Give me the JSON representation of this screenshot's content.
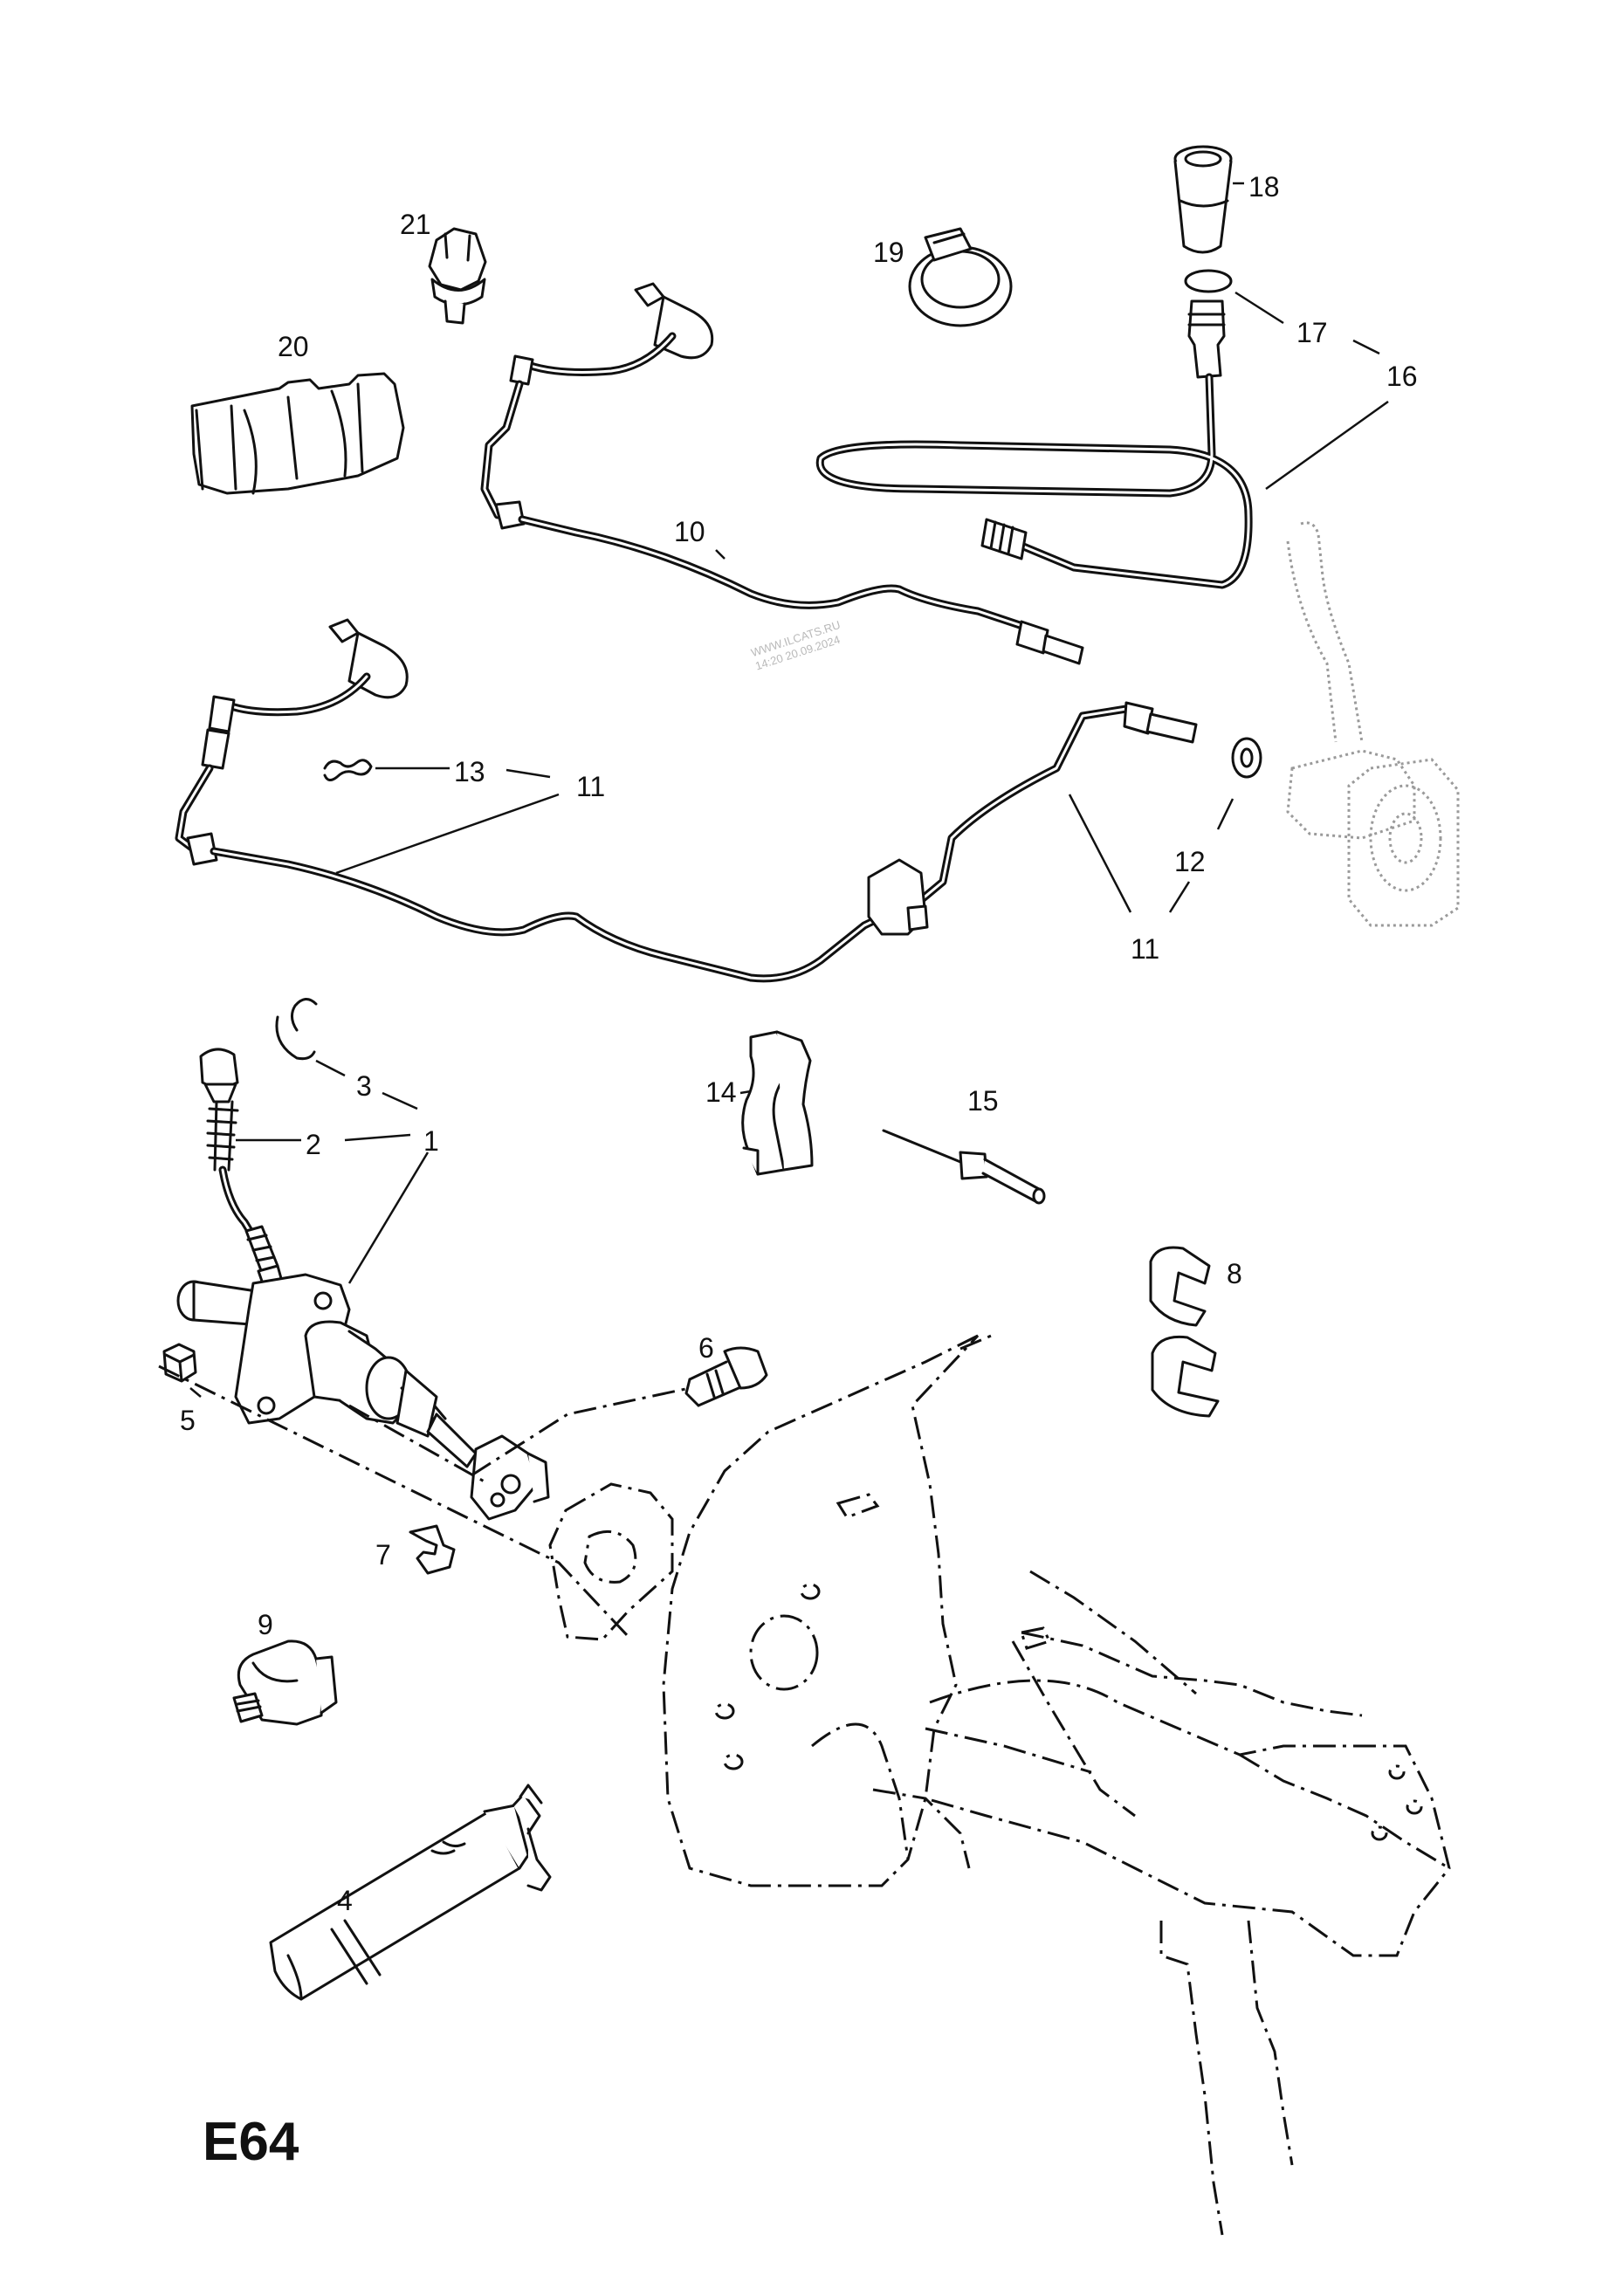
{
  "diagram": {
    "code": "E64",
    "watermark_line1": "WWW.ILCATS.RU",
    "watermark_line2": "14:20 20.09.2024",
    "callouts": {
      "c1": "1",
      "c2": "2",
      "c3": "3",
      "c4": "4",
      "c5": "5",
      "c6": "6",
      "c7": "7",
      "c8": "8",
      "c9": "9",
      "c10": "10",
      "c11a": "11",
      "c11b": "11",
      "c12": "12",
      "c13": "13",
      "c14": "14",
      "c15": "15",
      "c16": "16",
      "c17": "17",
      "c18": "18",
      "c19": "19",
      "c20": "20",
      "c21": "21"
    }
  }
}
